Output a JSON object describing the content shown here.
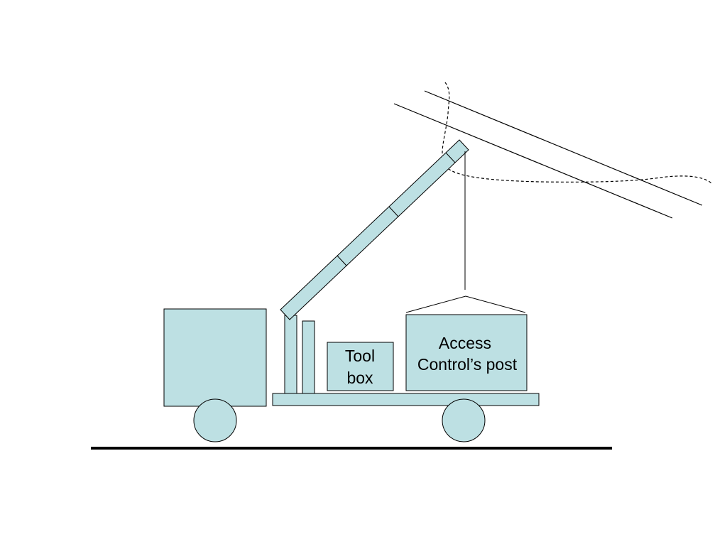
{
  "colors": {
    "fill": "#bde0e3",
    "stroke": "#000000",
    "background": "#ffffff"
  },
  "labels": {
    "toolbox_line1": "Tool",
    "toolbox_line2": "box",
    "post_line1": "Access",
    "post_line2": "Control’s post"
  }
}
